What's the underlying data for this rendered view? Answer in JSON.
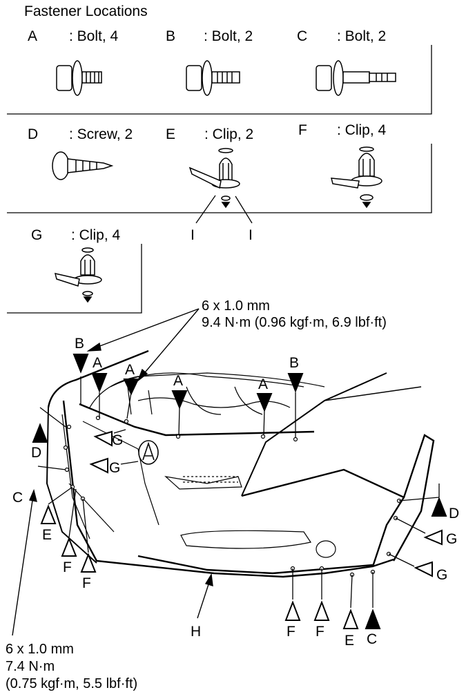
{
  "header": {
    "title": "Fastener Locations"
  },
  "fasteners": [
    {
      "letter": "A",
      "desc": ": Bolt, 4"
    },
    {
      "letter": "B",
      "desc": ": Bolt, 2"
    },
    {
      "letter": "C",
      "desc": ": Bolt, 2"
    },
    {
      "letter": "D",
      "desc": ": Screw, 2"
    },
    {
      "letter": "E",
      "desc": ": Clip, 2"
    },
    {
      "letter": "F",
      "desc": ": Clip, 4"
    },
    {
      "letter": "G",
      "desc": ": Clip, 4"
    }
  ],
  "clip_detail_label": "I",
  "torque_upper": {
    "size": "6 x 1.0 mm",
    "value": "9.4 N·m (0.96 kgf·m, 6.9 lbf·ft)"
  },
  "torque_lower": {
    "size": "6 x 1.0 mm",
    "value": "7.4 N·m",
    "alt": "(0.75 kgf·m, 5.5 lbf·ft)"
  },
  "callouts": {
    "A": "A",
    "B": "B",
    "C": "C",
    "D": "D",
    "E": "E",
    "F": "F",
    "G": "G",
    "H": "H"
  }
}
